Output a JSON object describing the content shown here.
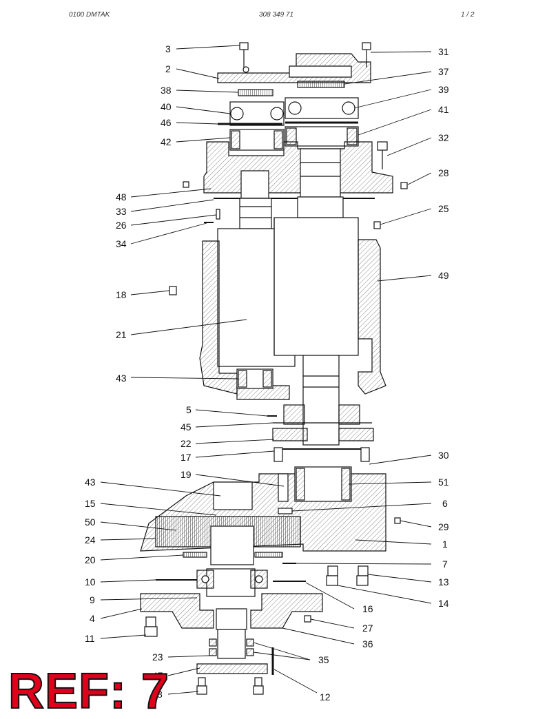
{
  "header": {
    "left": "0100   DMTAK",
    "center": "308 349 71",
    "right": "1 / 2"
  },
  "callouts_left": [
    {
      "number": "3"
    },
    {
      "number": "2"
    },
    {
      "number": "38"
    },
    {
      "number": "40"
    },
    {
      "number": "46"
    },
    {
      "number": "42"
    },
    {
      "number": "48"
    },
    {
      "number": "33"
    },
    {
      "number": "26"
    },
    {
      "number": "34"
    },
    {
      "number": "18"
    },
    {
      "number": "21"
    },
    {
      "number": "43"
    },
    {
      "number": "5"
    },
    {
      "number": "45"
    },
    {
      "number": "22"
    },
    {
      "number": "17"
    },
    {
      "number": "19"
    },
    {
      "number": "43"
    },
    {
      "number": "15"
    },
    {
      "number": "50"
    },
    {
      "number": "24"
    },
    {
      "number": "20"
    },
    {
      "number": "10"
    },
    {
      "number": "9"
    },
    {
      "number": "4"
    },
    {
      "number": "11"
    },
    {
      "number": "23"
    },
    {
      "number": "47"
    },
    {
      "number": "8"
    }
  ],
  "callouts_right": [
    {
      "number": "31"
    },
    {
      "number": "37"
    },
    {
      "number": "39"
    },
    {
      "number": "41"
    },
    {
      "number": "32"
    },
    {
      "number": "28"
    },
    {
      "number": "25"
    },
    {
      "number": "49"
    },
    {
      "number": "30"
    },
    {
      "number": "51"
    },
    {
      "number": "6"
    },
    {
      "number": "29"
    },
    {
      "number": "1"
    },
    {
      "number": "7"
    },
    {
      "number": "13"
    },
    {
      "number": "14"
    },
    {
      "number": "16"
    },
    {
      "number": "27"
    },
    {
      "number": "36"
    },
    {
      "number": "35"
    },
    {
      "number": "12"
    }
  ],
  "ref_badge": "REF: 7"
}
